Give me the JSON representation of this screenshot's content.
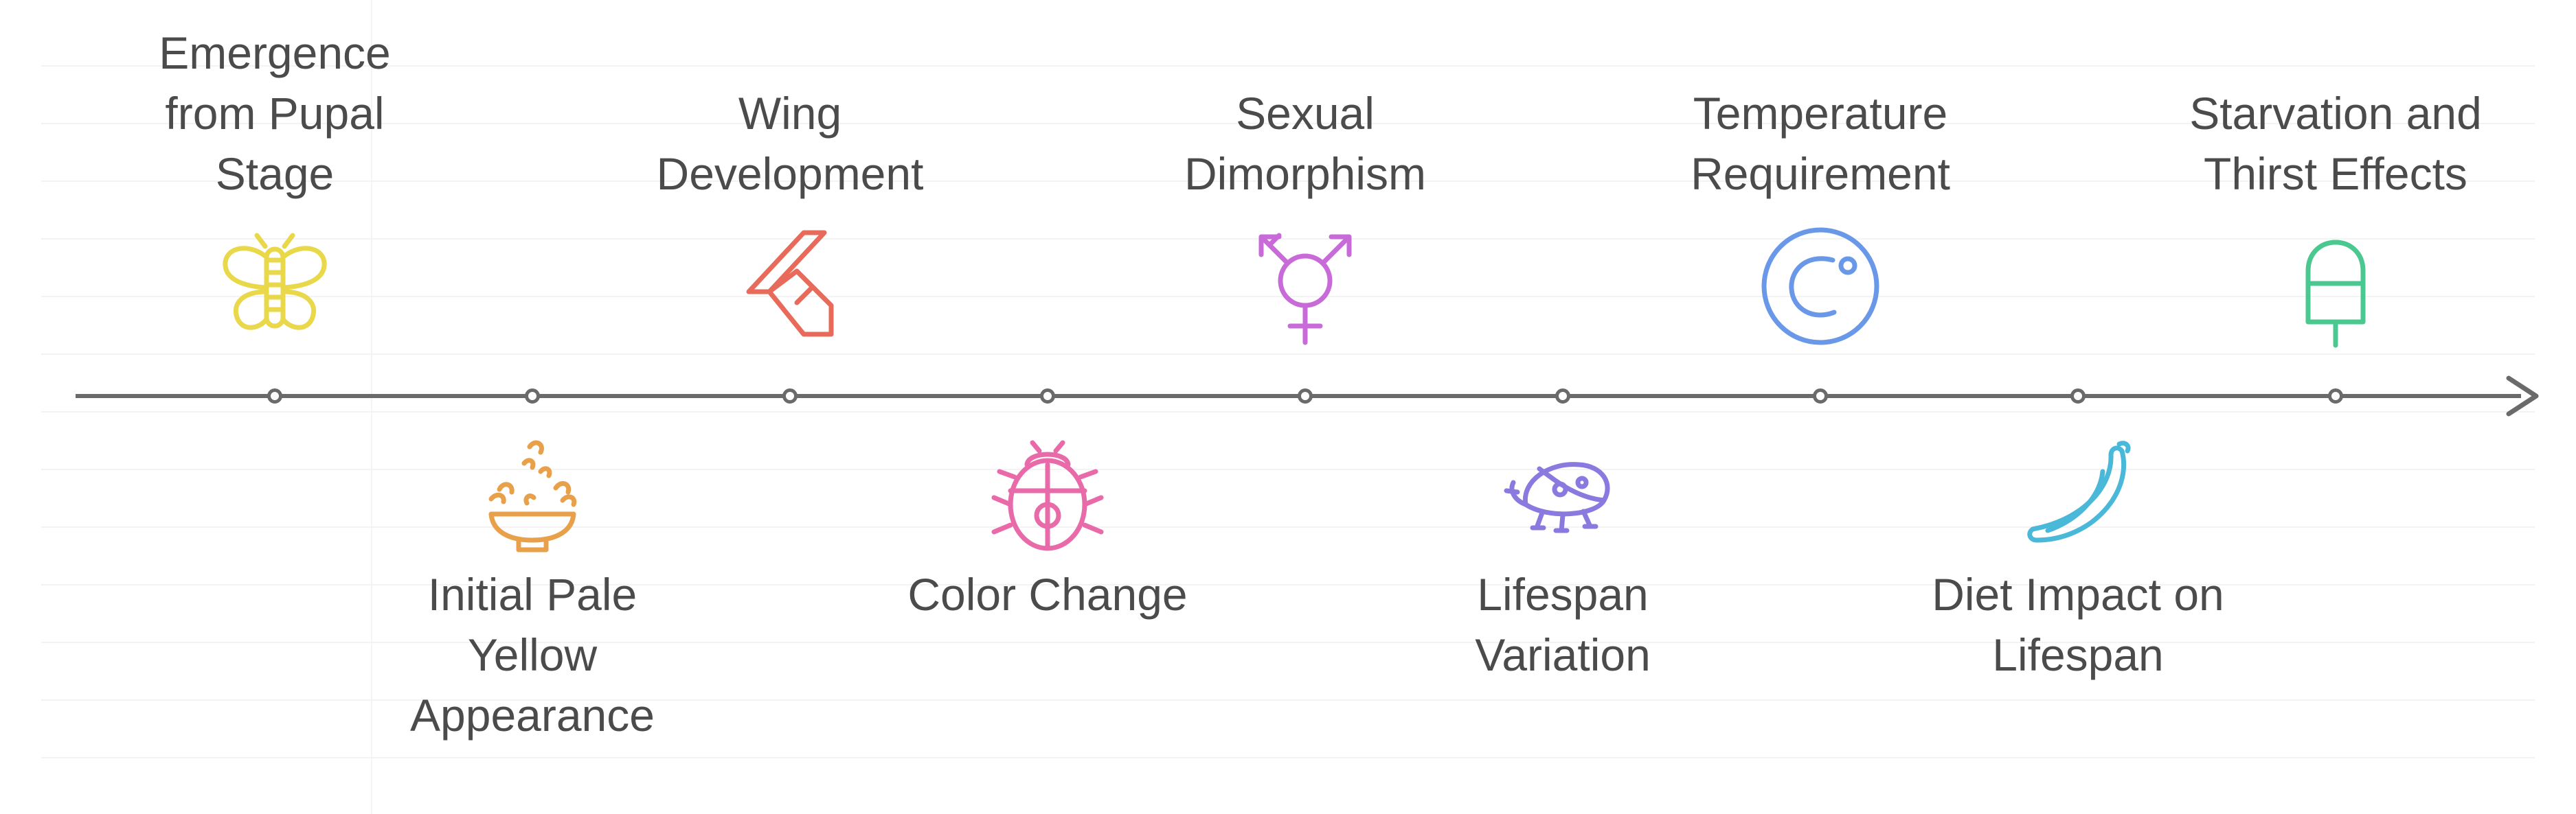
{
  "timeline": {
    "colors": {
      "axis": "#6a6a6a",
      "text": "#4b4b4b"
    },
    "events": [
      {
        "position": "top",
        "label": "Emergence\nfrom Pupal\nStage",
        "icon": "butterfly-icon",
        "color": "#e8d84a"
      },
      {
        "position": "bottom",
        "label": "Initial Pale\nYellow\nAppearance",
        "icon": "bowl-sprinkle-icon",
        "color": "#e8a04a"
      },
      {
        "position": "top",
        "label": "Wing\nDevelopment",
        "icon": "wing-shape-icon",
        "color": "#e86a5a"
      },
      {
        "position": "bottom",
        "label": "Color Change",
        "icon": "ladybug-icon",
        "color": "#e86aa8"
      },
      {
        "position": "top",
        "label": "Sexual\nDimorphism",
        "icon": "gender-symbol-icon",
        "color": "#c86ad8"
      },
      {
        "position": "bottom",
        "label": "Lifespan\nVariation",
        "icon": "beetle-icon",
        "color": "#8a7ae0"
      },
      {
        "position": "top",
        "label": "Temperature\nRequirement",
        "icon": "degree-celsius-icon",
        "color": "#6a98e8"
      },
      {
        "position": "bottom",
        "label": "Diet Impact on\nLifespan",
        "icon": "cucumber-icon",
        "color": "#4ab8d8"
      },
      {
        "position": "top",
        "label": "Starvation and\nThirst Effects",
        "icon": "popsicle-icon",
        "color": "#4ac890"
      }
    ]
  }
}
